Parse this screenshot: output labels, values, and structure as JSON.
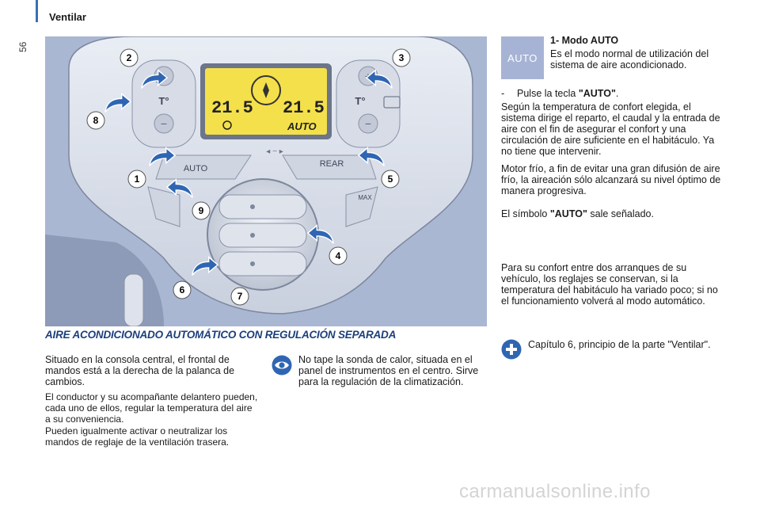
{
  "header": {
    "section": "Ventilar",
    "page_number": "56"
  },
  "panel": {
    "display_temp_left": "21.5",
    "display_temp_right": "21.5",
    "display_mode": "AUTO",
    "btn_auto": "AUTO",
    "btn_rear": "REAR",
    "btn_max": "MAX",
    "temp_label": "T°",
    "callouts": [
      "1",
      "2",
      "3",
      "4",
      "5",
      "6",
      "7",
      "8",
      "9"
    ]
  },
  "badge": "AUTO",
  "mode": {
    "title": "1- Modo AUTO",
    "desc": "Es el modo normal de utilización del sistema de aire acondicionado."
  },
  "right": {
    "bullet_prefix": "-",
    "bullet_text": "Pulse la tecla ",
    "bullet_key": "\"AUTO\"",
    "bullet_end": ".",
    "p1": "Según la temperatura de confort elegida, el sistema dirige el reparto, el caudal y la entrada de aire con el fin de asegurar el confort y una circulación de aire suficiente en el habitáculo. Ya no tiene que intervenir.",
    "p2": "Motor frío, a fin de evitar una gran difusión de aire frío, la aireación sólo alcanzará su nivel óptimo de manera progresiva.",
    "p3_pre": "El símbolo ",
    "p3_key": "\"AUTO\"",
    "p3_post": " sale señalado.",
    "p4": "Para su confort entre dos arranques de su vehículo, los reglajes se conservan, si la temperatura del habitáculo ha variado poco; si no el funcionamiento volverá al modo automático."
  },
  "heading": "AIRE ACONDICIONADO AUTOMÁTICO CON REGULACIÓN SEPARADA",
  "left": {
    "p1": "Situado en la consola central, el frontal de mandos está a la derecha de la palanca de cambios.",
    "p2": "El conductor y su acompañante delantero pueden, cada uno de ellos, regular la temperatura del aire a su conveniencia.",
    "p3": "Pueden igualmente activar o neutralizar los mandos de reglaje de la ventilación trasera."
  },
  "eye_note": "No tape la sonda de calor, situada en el panel de instrumentos en el centro. Sirve para la regulación de la climatización.",
  "plus_note": "Capítulo 6, principio de la parte \"Ventilar\".",
  "footer": "carmanualsonline.info",
  "colors": {
    "accent": "#3a6fb6",
    "heading": "#1c3f7a",
    "badge": "#a6b3d4",
    "display": "#f4e04a",
    "arrow": "#2f66b3"
  }
}
